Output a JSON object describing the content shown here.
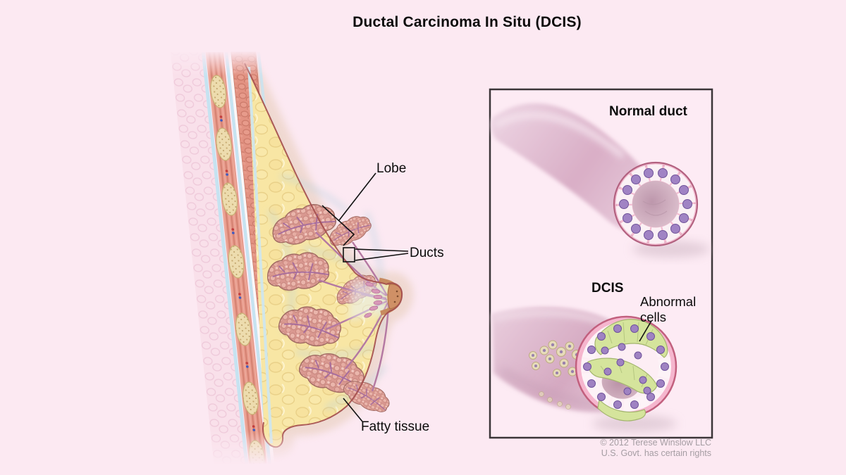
{
  "title": "Ductal Carcinoma In Situ (DCIS)",
  "labels": {
    "lobe": "Lobe",
    "ducts": "Ducts",
    "fatty_tissue": "Fatty tissue",
    "normal_duct": "Normal duct",
    "dcis": "DCIS",
    "abnormal_cells": "Abnormal cells"
  },
  "credit": {
    "line1": "© 2012 Terese Winslow LLC",
    "line2": "U.S. Govt. has certain rights"
  },
  "colors": {
    "background": "#fce9f2",
    "inset_background": "#fdebf4",
    "inset_border": "#3b3538",
    "label_text": "#0b0b0b",
    "credit_text": "#a59da3",
    "fatty_tissue_yellow": "#f8e6a4",
    "fat_texture": "#e9d088",
    "lobe_pink": "#d99890",
    "lobe_berry": "#eab5ab",
    "lobe_outline": "#a06a62",
    "duct_line_purple": "#b478a2",
    "muscle_red": "#e7998a",
    "rib_cream": "#eddcae",
    "fascia_blue": "#c6e3f1",
    "skin_line_red": "#a34b4b",
    "skin_halo": "#eed7ce",
    "areola_tan": "#c78a5f",
    "duct_wall_pink": "#f3bcd1",
    "duct_ring_stroke": "#b2617f",
    "cell_white": "#fbf1f5",
    "nucleus_purple": "#a083c4",
    "lumen_mauve": "#c09cb0",
    "abnormal_cell_green": "#d5e49c",
    "abnormal_cluster_yellow": "#ebe6b8",
    "tube_mauve": "#d9aec6"
  }
}
